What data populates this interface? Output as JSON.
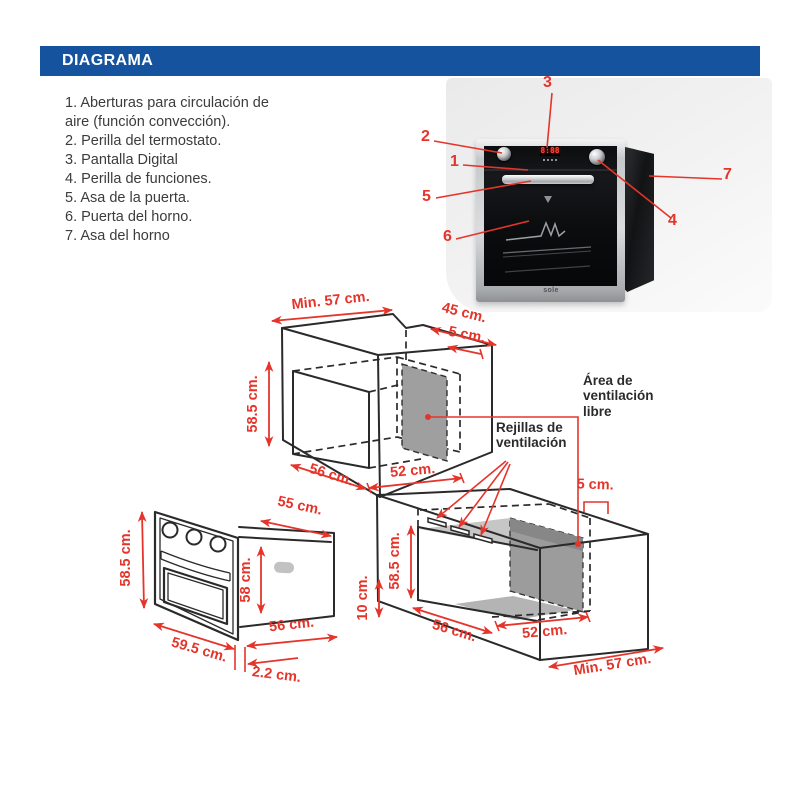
{
  "colors": {
    "bar_blue": "#15539f",
    "accent_red": "#e5352b"
  },
  "header": {
    "title": "DIAGRAMA"
  },
  "parts_list": [
    "1. Aberturas para circulación de aire (función convección).",
    "2. Perilla del termostato.",
    "3. Pantalla Digital",
    "4. Perilla de funciones.",
    "5. Asa de la puerta.",
    "6. Puerta del horno.",
    "7. Asa del horno"
  ],
  "photo": {
    "brand": "sole",
    "display_value": "8:88",
    "callouts": [
      "1",
      "2",
      "3",
      "4",
      "5",
      "6",
      "7"
    ]
  },
  "annotations": {
    "vent_grilles": "Rejillas de ventilación",
    "vent_area": "Área de ventilación libre"
  },
  "dims": {
    "cabinet": {
      "depth_min": "Min. 57 cm.",
      "top_right": "45 cm.",
      "top_gap": "5 cm.",
      "height": "58.5 cm.",
      "width": "56 cm.",
      "inner_width": "52 cm."
    },
    "counter": {
      "gap": "5 cm.",
      "height": "58.5 cm.",
      "plinth": "10 cm.",
      "width": "56 cm.",
      "inner_width": "52 cm.",
      "depth_min": "Min. 57 cm."
    },
    "oven": {
      "height": "58.5 cm.",
      "depth": "55 cm.",
      "body_height": "58 cm.",
      "body_width": "56 cm.",
      "width": "59.5 cm.",
      "door": "2.2 cm."
    }
  }
}
